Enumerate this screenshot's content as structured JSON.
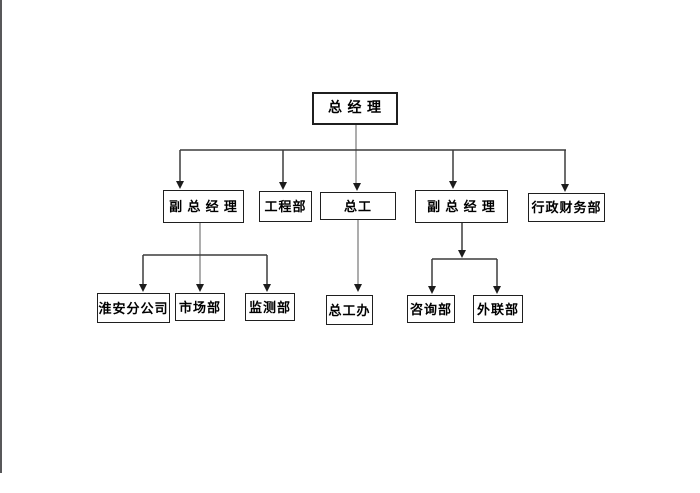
{
  "page": {
    "background": "#ffffff"
  },
  "diagram": {
    "type": "org-chart",
    "nodes": [
      {
        "id": "general-manager",
        "label": "总 经 理",
        "level": 1
      },
      {
        "id": "deputy-gm-left",
        "label": "副 总 经 理",
        "level": 2
      },
      {
        "id": "engineering-dept",
        "label": "工程部",
        "level": 2
      },
      {
        "id": "chief-engineer",
        "label": "总工",
        "level": 2
      },
      {
        "id": "deputy-gm-right",
        "label": "副 总 经 理",
        "level": 2
      },
      {
        "id": "admin-finance-dept",
        "label": "行政财务部",
        "level": 2
      },
      {
        "id": "huaian-branch",
        "label": "淮安分公司",
        "level": 3
      },
      {
        "id": "marketing-dept",
        "label": "市场部",
        "level": 3
      },
      {
        "id": "monitoring-dept",
        "label": "监测部",
        "level": 3
      },
      {
        "id": "chief-engineer-office",
        "label": "总工办",
        "level": 3
      },
      {
        "id": "consulting-dept",
        "label": "咨询部",
        "level": 3
      },
      {
        "id": "external-liaison-dept",
        "label": "外联部",
        "level": 3
      }
    ],
    "edges": [
      {
        "from": "general-manager",
        "to": "deputy-gm-left"
      },
      {
        "from": "general-manager",
        "to": "engineering-dept"
      },
      {
        "from": "general-manager",
        "to": "chief-engineer"
      },
      {
        "from": "general-manager",
        "to": "deputy-gm-right"
      },
      {
        "from": "general-manager",
        "to": "admin-finance-dept"
      },
      {
        "from": "deputy-gm-left",
        "to": "huaian-branch"
      },
      {
        "from": "deputy-gm-left",
        "to": "marketing-dept"
      },
      {
        "from": "deputy-gm-left",
        "to": "monitoring-dept"
      },
      {
        "from": "chief-engineer",
        "to": "chief-engineer-office"
      },
      {
        "from": "deputy-gm-right",
        "to": "consulting-dept"
      },
      {
        "from": "deputy-gm-right",
        "to": "external-liaison-dept"
      }
    ],
    "colors": {
      "box_border": "#1f1f1f",
      "box_fill": "#ffffff",
      "text": "#000000",
      "connector": "#3c3c3c",
      "connector_light": "#adadad",
      "page_edge": "#58585a"
    }
  }
}
